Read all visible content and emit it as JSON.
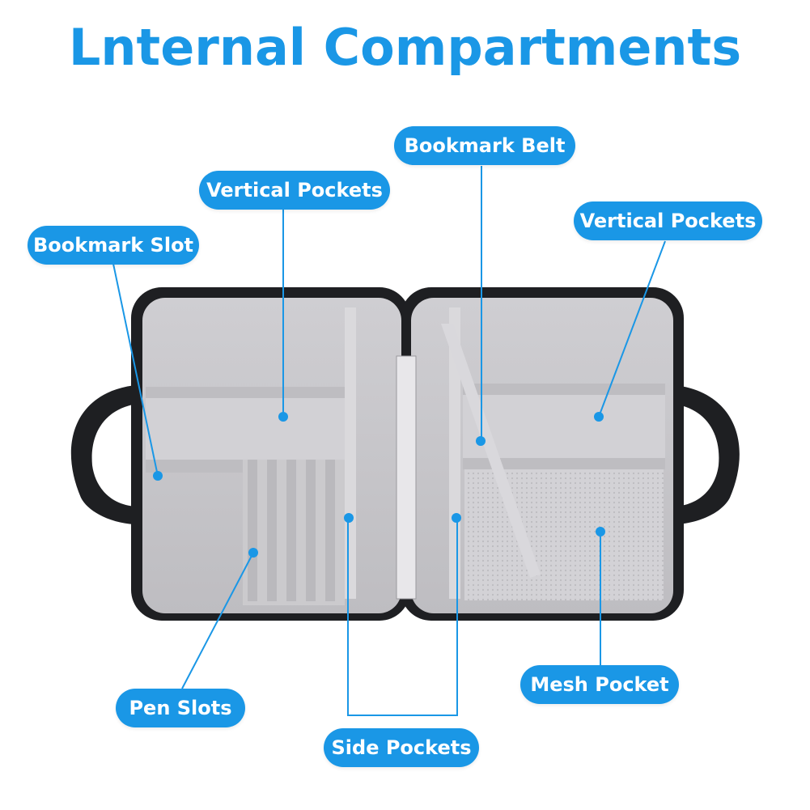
{
  "title": "Lnternal Compartments",
  "colors": {
    "accent": "#1a97e6",
    "bag_shell": "#1e1f22",
    "lining": "#c9c8cc",
    "panel": "#d5d4d8",
    "trim": "#b8b7bb"
  },
  "labels": {
    "bookmark_slot": "Bookmark Slot",
    "vertical_pockets_left": "Vertical Pockets",
    "bookmark_belt": "Bookmark Belt",
    "vertical_pockets_right": "Vertical Pockets",
    "pen_slots": "Pen Slots",
    "side_pockets": "Side Pockets",
    "mesh_pocket": "Mesh Pocket"
  }
}
